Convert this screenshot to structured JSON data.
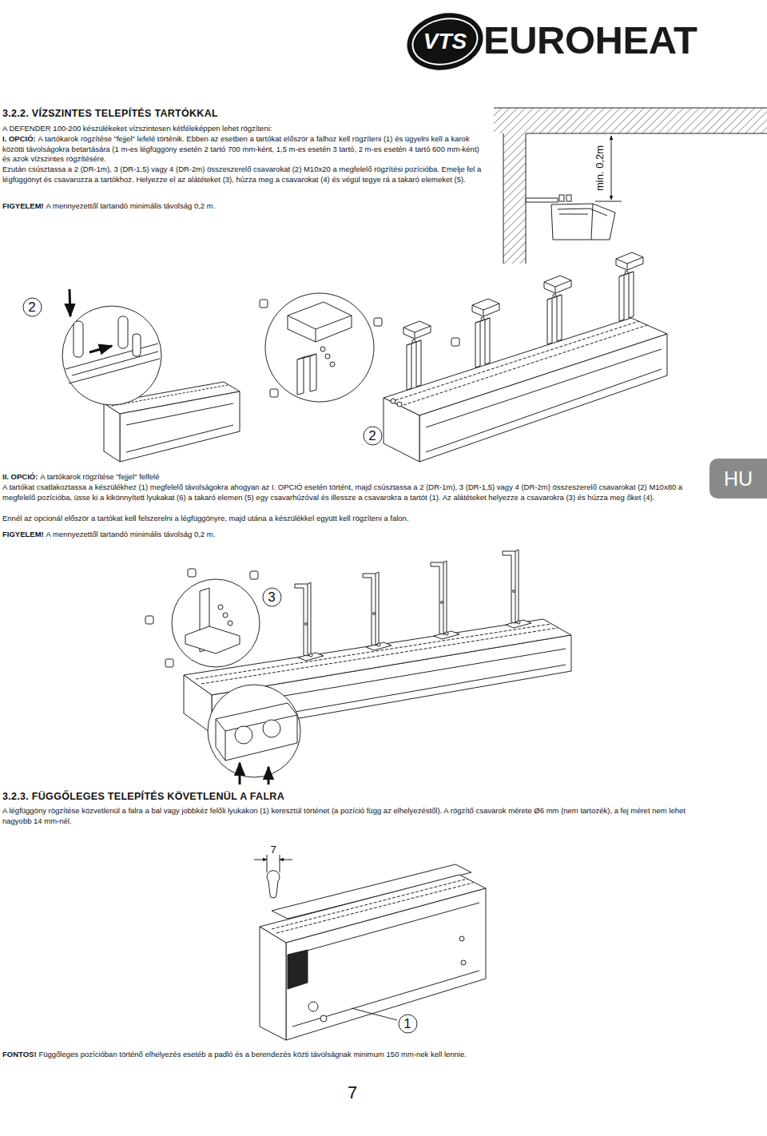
{
  "diagram": {
    "title": "3.2.2. VÍZSZINTES TELEPÍTÉS TARTÓKKAL",
    "nodes": [
      {
        "text": [
          "VTS"
        ]
      },
      {
        "text": [
          "2"
        ]
      },
      {
        "text": [
          "2"
        ]
      },
      {
        "text": [
          "HU"
        ]
      },
      {
        "text": [
          "3"
        ]
      },
      {
        "text": [
          "1"
        ]
      }
    ],
    "labels": [
      "EUROHEAT",
      "A DEFENDER 100-200 készülékeket vízszintesen kétféleképpen lehet rögzíteni:",
      "I. OPCIÓ:",
      "A tartókarok rögzítése \"fejjel\" lefelé történik. Ebben az esetben a tartókat először a falhoz kell rögzíteni (1) és ügyelni kell a karok közötti távolságokra betartására (1 m-es légfüggöny esetén 2 tartó 700 mm-ként, 1,5 m-es esetén 3 tartó, 2 m-es esetén 4 tartó 600 mm-ként) és azok vízszintes rögzítésére.",
      "Ezután csúsztassa a 2 (DR-1m), 3 (DR-1,5) vagy 4 (DR-2m) összeszerelő csavarokat (2) M10x20 a megfelelő rögzítési pozícióba. Emelje fel a légfüggönyt és csavarozza a tartókhoz. Helyezze el az alátéteket (3), húzza meg a csavarokat (4) és végül tegye rá a takaró elemeket (5).",
      "FIGYELEM!",
      "A mennyezettől tartandó minimális távolság 0,2 m.",
      "min. 0,2m",
      "II. OPCIÓ:",
      "A tartókarok rögzítése \"fejjel\" felfelé",
      "A tartókat csatlakoztassa a készülékhez (1) megfelelő távolságokra ahogyan az I. OPCIÓ esetén történt, majd csúsztassa a 2 (DR-1m), 3 (DR-1,5) vagy 4 (DR-2m) összeszerelő csavarokat (2) M10x80 a megfelelő pozícióba, üsse ki a kikönnyített lyukakat (6) a takaró elemen (5) egy csavarhúzóval és illessze a csavarokra a tartót (1). Az alátéteket helyezze a csavarokra (3) és húzza meg őket (4).",
      "Ennél az opcionál először a tartókat kell felszerelni a légfüggönyre, majd utána a készülékkel együtt kell rögzíteni a falon.",
      "FIGYELEM!",
      "A mennyezettől tartandó minimális távolság 0,2 m.",
      "3.2.3. FÜGGŐLEGES TELEPÍTÉS KÖVETLENÜL A FALRA",
      "A légfüggöny rögzítése közvetlenül a falra a bal vagy jobbkéz felőli lyukakon (1) keresztül történet (a pozíció függ az elhelyezéstől). A rögzítő csavarok mérete Ø6 mm (nem tartozék), a fej méret nem lehet nagyobb 14 mm-nél.",
      "7",
      "FONTOS!",
      "Függőleges pozícióban történő elhelyezés esetéb a padló és a berendezés közti távolságnak minimum 150 mm-nek kell lennie.",
      "7"
    ]
  }
}
